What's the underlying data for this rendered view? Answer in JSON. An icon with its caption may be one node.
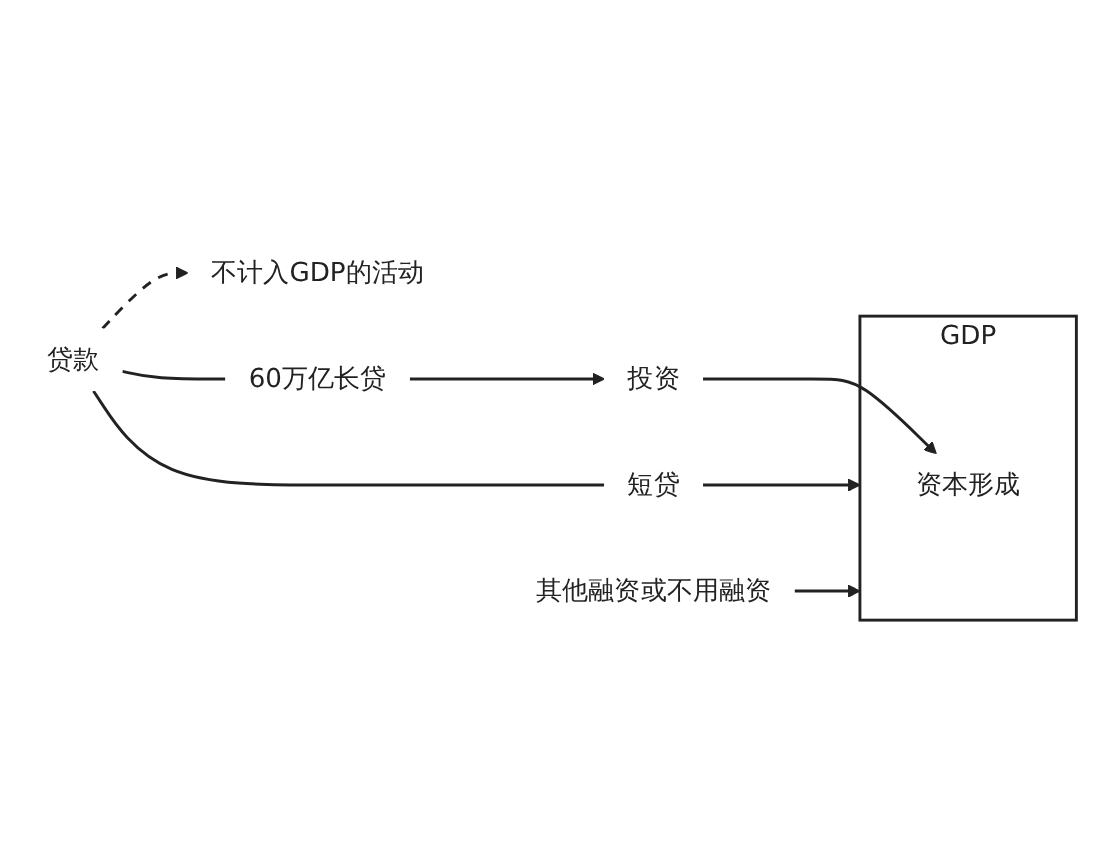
{
  "diagram": {
    "nodes": [
      {
        "text": [
          "不计入GDP的活动"
        ]
      },
      {
        "text": [
          "贷款"
        ]
      },
      {
        "text": [
          "60万亿长贷"
        ]
      },
      {
        "text": [
          "投资"
        ]
      },
      {
        "text": [
          "GDP"
        ]
      },
      {
        "text": [
          "资本形成"
        ],
        "in": 4
      },
      {
        "text": [
          "短贷"
        ]
      },
      {
        "text": [
          "其他融资或不用融资"
        ]
      }
    ],
    "edges": [
      {
        "from": 1,
        "to": 0,
        "arrow": "to",
        "style": "dashed"
      },
      {
        "from": 1,
        "to": 2,
        "arrow": "none"
      },
      {
        "from": 1,
        "to": 6,
        "arrow": "none"
      },
      {
        "from": 2,
        "to": 3,
        "arrow": "to"
      },
      {
        "from": 3,
        "to": 5,
        "arrow": "to"
      },
      {
        "from": 6,
        "to": 4,
        "arrow": "to"
      },
      {
        "from": 7,
        "to": 4,
        "arrow": "to"
      }
    ]
  }
}
